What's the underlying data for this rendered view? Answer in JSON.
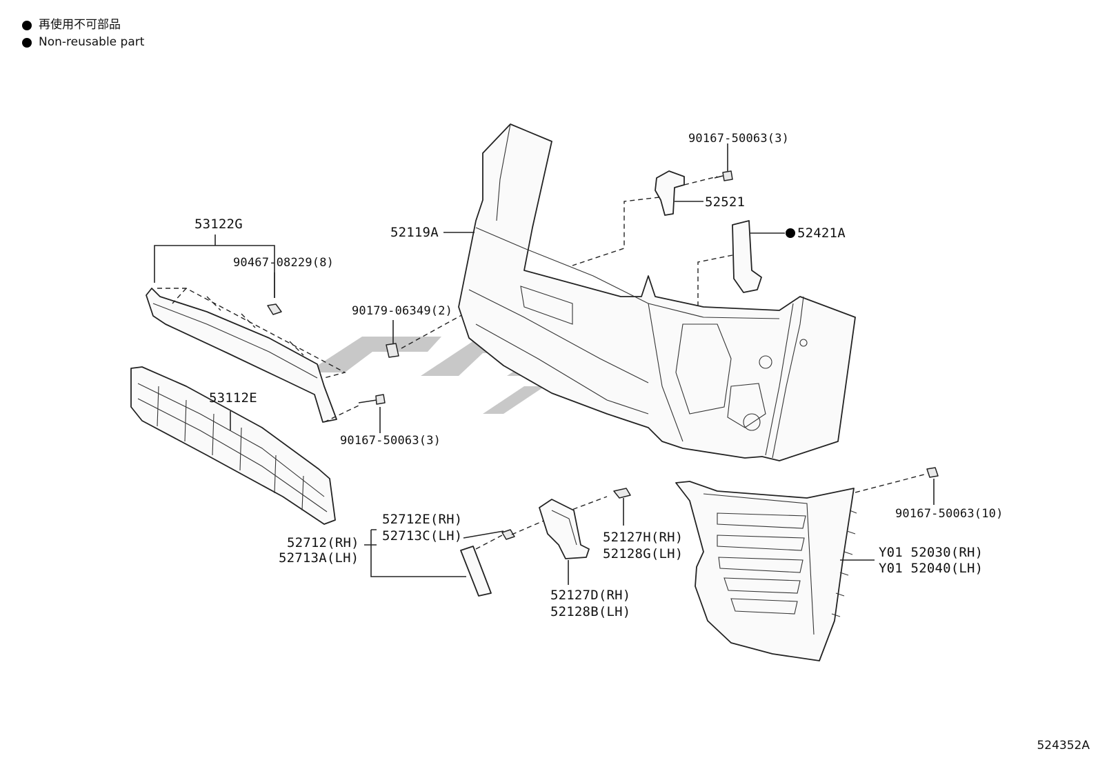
{
  "legend": {
    "line1": "再使用不可部品",
    "line2": "Non-reusable part"
  },
  "labels": {
    "p53122G": "53122G",
    "p90467_08229": "90467-08229(8)",
    "p53112E": "53112E",
    "p90167_50063_a": "90167-50063(3)",
    "p90179_06349": "90179-06349(2)",
    "p52119A": "52119A",
    "p90167_50063_b": "90167-50063(3)",
    "p52521": "52521",
    "p52421A": "52421A",
    "p52712E_RH": "52712E(RH)",
    "p52713C_LH": "52713C(LH)",
    "p52712_RH": "52712(RH)",
    "p52713A_LH": "52713A(LH)",
    "p52127H_RH": "52127H(RH)",
    "p52128G_LH": "52128G(LH)",
    "p52127D_RH": "52127D(RH)",
    "p52128B_LH": "52128B(LH)",
    "p90167_50063_c": "90167-50063(10)",
    "pY01_52030": "Y01 52030(RH)",
    "pY01_52040": "Y01 52040(LH)"
  },
  "diagram_code": "524352A"
}
